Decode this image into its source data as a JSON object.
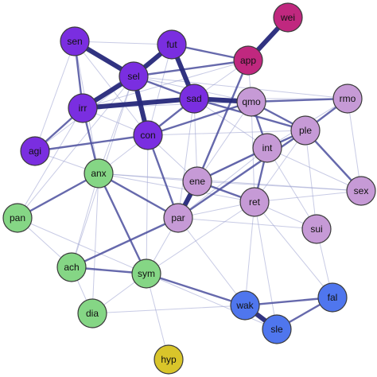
{
  "palette": {
    "purple": "#7a2ee0",
    "magenta": "#c0287f",
    "lavender": "#c69ad6",
    "green": "#85d685",
    "blue": "#4f76ee",
    "yellow": "#d9c52a",
    "edge_strong": "#26287a",
    "edge_medium": "#4b4f9e",
    "edge_light": "#9aa0cf",
    "node_stroke": "#3a3a3a"
  },
  "nodes": [
    {
      "id": "wei",
      "label": "wei",
      "group": "magenta"
    },
    {
      "id": "sen",
      "label": "sen",
      "group": "purple"
    },
    {
      "id": "fut",
      "label": "fut",
      "group": "purple"
    },
    {
      "id": "app",
      "label": "app",
      "group": "magenta"
    },
    {
      "id": "sel",
      "label": "sel",
      "group": "purple"
    },
    {
      "id": "sad",
      "label": "sad",
      "group": "purple"
    },
    {
      "id": "rmo",
      "label": "rmo",
      "group": "lavender"
    },
    {
      "id": "qmo",
      "label": "qmo",
      "group": "lavender"
    },
    {
      "id": "irr",
      "label": "irr",
      "group": "purple"
    },
    {
      "id": "ple",
      "label": "ple",
      "group": "lavender"
    },
    {
      "id": "con",
      "label": "con",
      "group": "purple"
    },
    {
      "id": "int",
      "label": "int",
      "group": "lavender"
    },
    {
      "id": "agi",
      "label": "agi",
      "group": "purple"
    },
    {
      "id": "anx",
      "label": "anx",
      "group": "green"
    },
    {
      "id": "ene",
      "label": "ene",
      "group": "lavender"
    },
    {
      "id": "sex",
      "label": "sex",
      "group": "lavender"
    },
    {
      "id": "ret",
      "label": "ret",
      "group": "lavender"
    },
    {
      "id": "pan",
      "label": "pan",
      "group": "green"
    },
    {
      "id": "par",
      "label": "par",
      "group": "lavender"
    },
    {
      "id": "sui",
      "label": "sui",
      "group": "lavender"
    },
    {
      "id": "ach",
      "label": "ach",
      "group": "green"
    },
    {
      "id": "sym",
      "label": "sym",
      "group": "green"
    },
    {
      "id": "fal",
      "label": "fal",
      "group": "blue"
    },
    {
      "id": "wak",
      "label": "wak",
      "group": "blue"
    },
    {
      "id": "dia",
      "label": "dia",
      "group": "green"
    },
    {
      "id": "sle",
      "label": "sle",
      "group": "blue"
    },
    {
      "id": "hyp",
      "label": "hyp",
      "group": "yellow"
    }
  ],
  "edges": [
    {
      "source": "sen",
      "target": "sel",
      "strength": "strong"
    },
    {
      "source": "app",
      "target": "wei",
      "strength": "strong"
    },
    {
      "source": "sad",
      "target": "qmo",
      "strength": "strong"
    },
    {
      "source": "wak",
      "target": "sle",
      "strength": "strong"
    },
    {
      "source": "sel",
      "target": "irr",
      "strength": "strong"
    },
    {
      "source": "sel",
      "target": "con",
      "strength": "strong"
    },
    {
      "source": "fut",
      "target": "sel",
      "strength": "strong"
    },
    {
      "source": "sad",
      "target": "irr",
      "strength": "strong"
    },
    {
      "source": "ene",
      "target": "par",
      "strength": "strong"
    },
    {
      "source": "fut",
      "target": "sad",
      "strength": "strong"
    },
    {
      "source": "sen",
      "target": "irr",
      "strength": "medium"
    },
    {
      "source": "fut",
      "target": "app",
      "strength": "medium"
    },
    {
      "source": "sel",
      "target": "sad",
      "strength": "medium"
    },
    {
      "source": "sel",
      "target": "app",
      "strength": "medium"
    },
    {
      "source": "sad",
      "target": "con",
      "strength": "medium"
    },
    {
      "source": "sad",
      "target": "ple",
      "strength": "medium"
    },
    {
      "source": "qmo",
      "target": "ple",
      "strength": "medium"
    },
    {
      "source": "qmo",
      "target": "rmo",
      "strength": "medium"
    },
    {
      "source": "qmo",
      "target": "int",
      "strength": "medium"
    },
    {
      "source": "rmo",
      "target": "ple",
      "strength": "medium"
    },
    {
      "source": "ple",
      "target": "int",
      "strength": "medium"
    },
    {
      "source": "ple",
      "target": "sex",
      "strength": "medium"
    },
    {
      "source": "irr",
      "target": "anx",
      "strength": "medium"
    },
    {
      "source": "agi",
      "target": "con",
      "strength": "medium"
    },
    {
      "source": "agi",
      "target": "irr",
      "strength": "medium"
    },
    {
      "source": "pan",
      "target": "anx",
      "strength": "medium"
    },
    {
      "source": "anx",
      "target": "par",
      "strength": "medium"
    },
    {
      "source": "par",
      "target": "ach",
      "strength": "medium"
    },
    {
      "source": "ach",
      "target": "sym",
      "strength": "medium"
    },
    {
      "source": "sym",
      "target": "wak",
      "strength": "medium"
    },
    {
      "source": "fal",
      "target": "sle",
      "strength": "medium"
    },
    {
      "source": "wak",
      "target": "fal",
      "strength": "medium"
    },
    {
      "source": "ene",
      "target": "int",
      "strength": "medium"
    },
    {
      "source": "ene",
      "target": "ret",
      "strength": "medium"
    },
    {
      "source": "int",
      "target": "ret",
      "strength": "medium"
    },
    {
      "source": "app",
      "target": "ene",
      "strength": "medium"
    },
    {
      "source": "con",
      "target": "par",
      "strength": "medium"
    },
    {
      "source": "anx",
      "target": "sym",
      "strength": "medium"
    },
    {
      "source": "par",
      "target": "ple",
      "strength": "medium"
    },
    {
      "source": "con",
      "target": "qmo",
      "strength": "medium"
    },
    {
      "source": "agi",
      "target": "anx",
      "strength": "light"
    },
    {
      "source": "sen",
      "target": "fut",
      "strength": "light"
    },
    {
      "source": "sen",
      "target": "agi",
      "strength": "light"
    },
    {
      "source": "pan",
      "target": "irr",
      "strength": "light"
    },
    {
      "source": "pan",
      "target": "ach",
      "strength": "light"
    },
    {
      "source": "pan",
      "target": "sym",
      "strength": "light"
    },
    {
      "source": "pan",
      "target": "sel",
      "strength": "light"
    },
    {
      "source": "anx",
      "target": "ene",
      "strength": "light"
    },
    {
      "source": "anx",
      "target": "ret",
      "strength": "light"
    },
    {
      "source": "anx",
      "target": "con",
      "strength": "light"
    },
    {
      "source": "anx",
      "target": "sel",
      "strength": "light"
    },
    {
      "source": "anx",
      "target": "sex",
      "strength": "light"
    },
    {
      "source": "ach",
      "target": "dia",
      "strength": "light"
    },
    {
      "source": "dia",
      "target": "sym",
      "strength": "light"
    },
    {
      "source": "dia",
      "target": "anx",
      "strength": "light"
    },
    {
      "source": "sym",
      "target": "par",
      "strength": "light"
    },
    {
      "source": "sym",
      "target": "hyp",
      "strength": "light"
    },
    {
      "source": "sym",
      "target": "sle",
      "strength": "light"
    },
    {
      "source": "sym",
      "target": "ret",
      "strength": "light"
    },
    {
      "source": "sym",
      "target": "con",
      "strength": "light"
    },
    {
      "source": "par",
      "target": "ret",
      "strength": "light"
    },
    {
      "source": "par",
      "target": "sui",
      "strength": "light"
    },
    {
      "source": "par",
      "target": "sad",
      "strength": "light"
    },
    {
      "source": "par",
      "target": "wak",
      "strength": "light"
    },
    {
      "source": "par",
      "target": "int",
      "strength": "light"
    },
    {
      "source": "ret",
      "target": "sex",
      "strength": "light"
    },
    {
      "source": "ret",
      "target": "sui",
      "strength": "light"
    },
    {
      "source": "ret",
      "target": "ple",
      "strength": "light"
    },
    {
      "source": "ret",
      "target": "qmo",
      "strength": "light"
    },
    {
      "source": "sui",
      "target": "fal",
      "strength": "light"
    },
    {
      "source": "sui",
      "target": "ple",
      "strength": "light"
    },
    {
      "source": "sui",
      "target": "int",
      "strength": "light"
    },
    {
      "source": "sex",
      "target": "int",
      "strength": "light"
    },
    {
      "source": "sex",
      "target": "rmo",
      "strength": "light"
    },
    {
      "source": "ene",
      "target": "sad",
      "strength": "light"
    },
    {
      "source": "ene",
      "target": "ple",
      "strength": "light"
    },
    {
      "source": "ene",
      "target": "qmo",
      "strength": "light"
    },
    {
      "source": "ene",
      "target": "con",
      "strength": "light"
    },
    {
      "source": "ene",
      "target": "sex",
      "strength": "light"
    },
    {
      "source": "int",
      "target": "sad",
      "strength": "light"
    },
    {
      "source": "int",
      "target": "rmo",
      "strength": "light"
    },
    {
      "source": "qmo",
      "target": "sel",
      "strength": "light"
    },
    {
      "source": "qmo",
      "target": "app",
      "strength": "light"
    },
    {
      "source": "rmo",
      "target": "sad",
      "strength": "light"
    },
    {
      "source": "rmo",
      "target": "sel",
      "strength": "light"
    },
    {
      "source": "app",
      "target": "irr",
      "strength": "light"
    },
    {
      "source": "app",
      "target": "sad",
      "strength": "light"
    },
    {
      "source": "fut",
      "target": "con",
      "strength": "light"
    },
    {
      "source": "fut",
      "target": "irr",
      "strength": "light"
    },
    {
      "source": "sen",
      "target": "con",
      "strength": "light"
    },
    {
      "source": "sen",
      "target": "anx",
      "strength": "light"
    },
    {
      "source": "irr",
      "target": "con",
      "strength": "light"
    },
    {
      "source": "irr",
      "target": "qmo",
      "strength": "light"
    },
    {
      "source": "con",
      "target": "ple",
      "strength": "light"
    },
    {
      "source": "agi",
      "target": "sel",
      "strength": "light"
    },
    {
      "source": "wak",
      "target": "ret",
      "strength": "light"
    },
    {
      "source": "fal",
      "target": "ret",
      "strength": "light"
    },
    {
      "source": "sle",
      "target": "ret",
      "strength": "light"
    },
    {
      "source": "dia",
      "target": "wak",
      "strength": "light"
    },
    {
      "source": "ach",
      "target": "anx",
      "strength": "light"
    },
    {
      "source": "ach",
      "target": "sel",
      "strength": "light"
    }
  ]
}
